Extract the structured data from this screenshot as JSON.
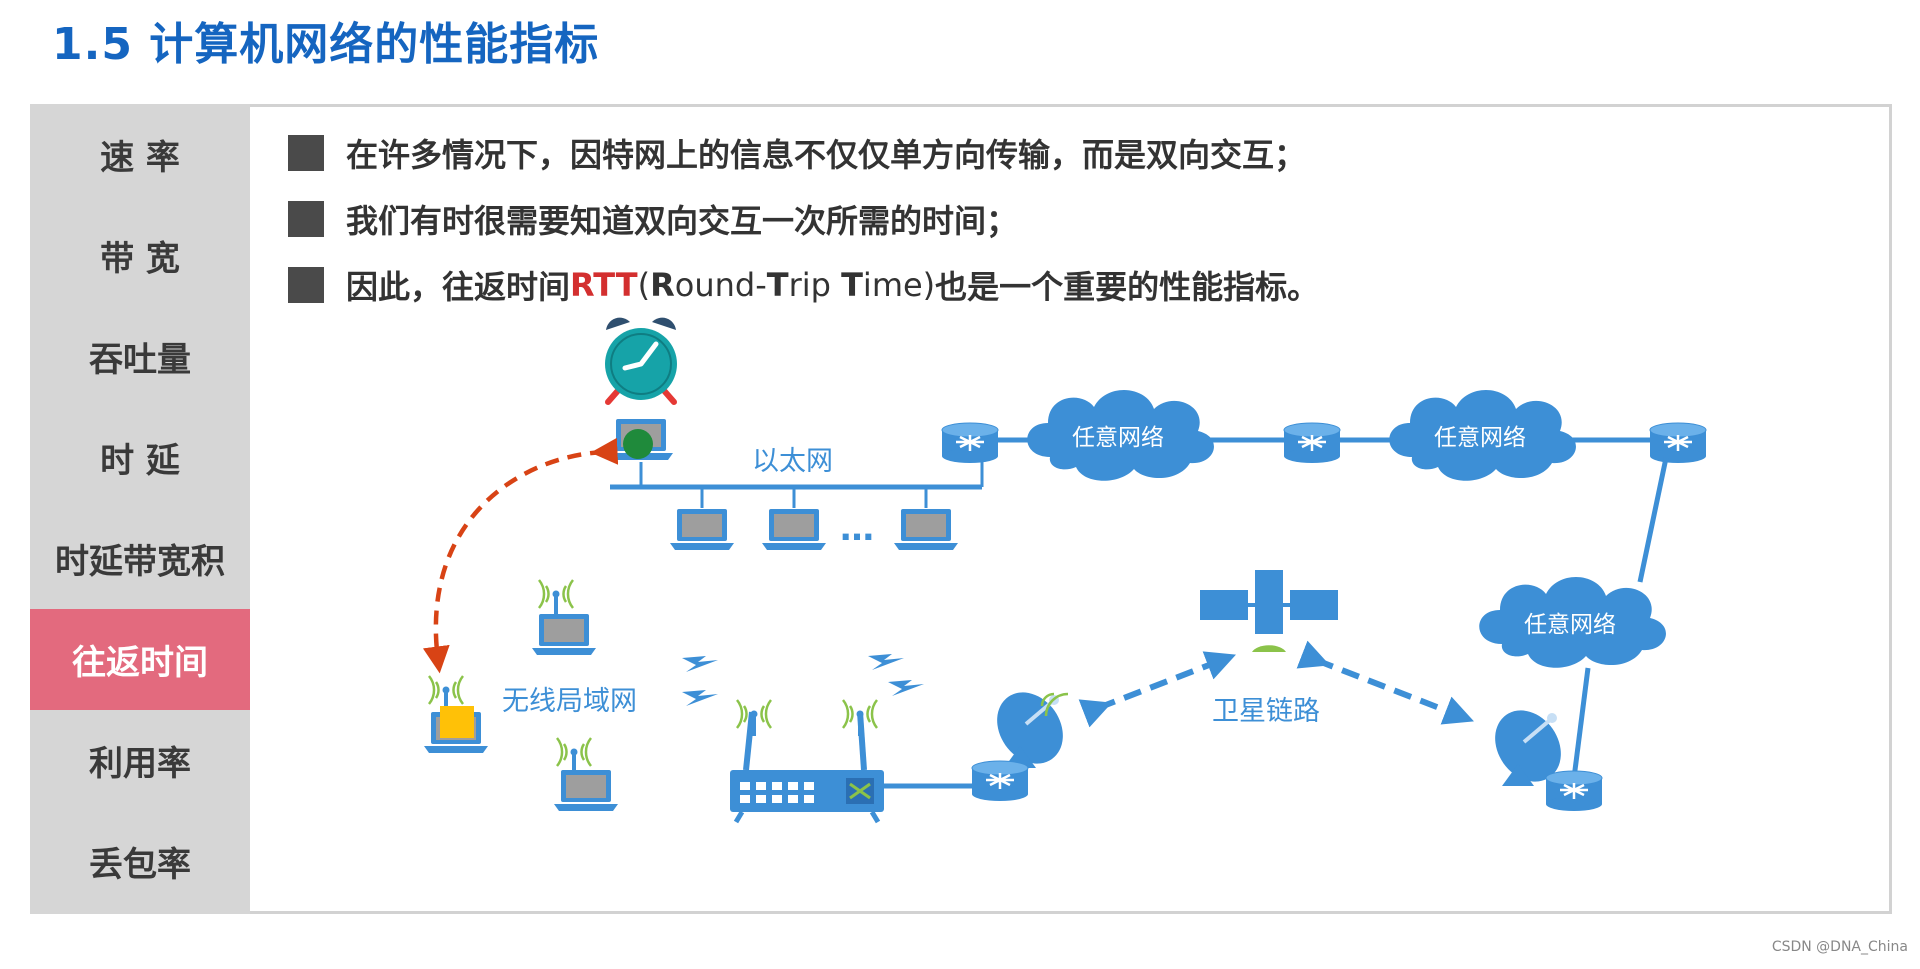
{
  "title": "1.5 计算机网络的性能指标",
  "sidebar": {
    "items": [
      {
        "label": "速  率"
      },
      {
        "label": "带  宽"
      },
      {
        "label": "吞吐量"
      },
      {
        "label": "时  延"
      },
      {
        "label": "时延带宽积"
      },
      {
        "label": "往返时间",
        "active": true
      },
      {
        "label": "利用率"
      },
      {
        "label": "丢包率"
      }
    ]
  },
  "bullets": [
    {
      "text": "在许多情况下，因特网上的信息不仅仅单方向传输，而是双向交互；"
    },
    {
      "text": "我们有时很需要知道双向交互一次所需的时间；"
    },
    {
      "text_pre": "因此，往返时间",
      "rtt": "RTT",
      "paren_open": "(",
      "r": "R",
      "ound": "ound-",
      "t": "T",
      "rip": "rip ",
      "t2": "T",
      "ime": "ime)",
      "text_post": "也是一个重要的性能指标。"
    }
  ],
  "diagram": {
    "ethernet_label": "以太网",
    "cloud_label": "任意网络",
    "wlan_label": "无线局域网",
    "satellite_label": "卫星链路",
    "ellipsis": "…"
  },
  "colors": {
    "title": "#1565c0",
    "accent": "#e36a7e",
    "device_blue": "#3d8fd6",
    "rtt_red": "#d32f2f",
    "dashed_red": "#d84315",
    "clock_teal": "#16a3a8",
    "clock_bell": "#2f4f6f",
    "laptop_dot": "#1f8a3b",
    "laptop_yellow": "#ffc107"
  },
  "watermark": "CSDN @DNA_China"
}
